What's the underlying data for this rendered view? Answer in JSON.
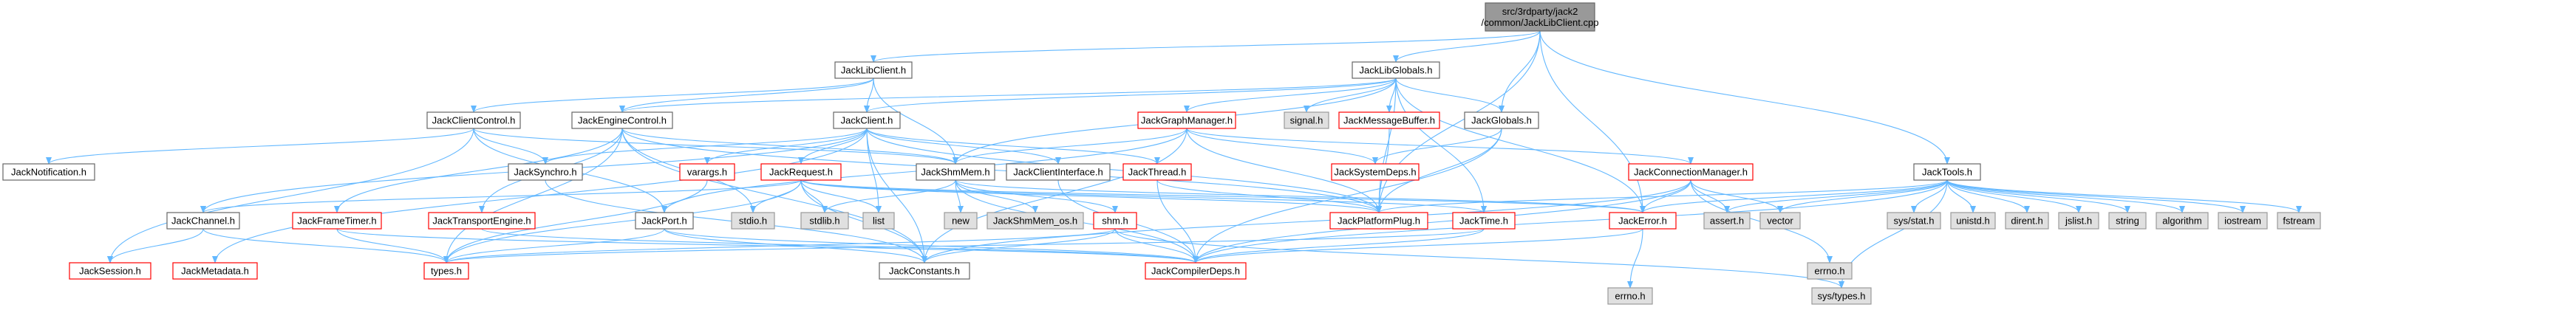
{
  "graph": {
    "root": {
      "id": "root",
      "label_lines": [
        "src/3rdparty/jack2",
        "/common/JackLibClient.cpp"
      ]
    },
    "nodes": [
      {
        "id": "JackLibClient_h",
        "label": "JackLibClient.h",
        "style": "normal"
      },
      {
        "id": "JackLibGlobals_h",
        "label": "JackLibGlobals.h",
        "style": "normal"
      },
      {
        "id": "JackTools_h",
        "label": "JackTools.h",
        "style": "normal"
      },
      {
        "id": "JackClientControl_h",
        "label": "JackClientControl.h",
        "style": "normal"
      },
      {
        "id": "JackEngineControl_h",
        "label": "JackEngineControl.h",
        "style": "normal"
      },
      {
        "id": "JackClient_h",
        "label": "JackClient.h",
        "style": "normal"
      },
      {
        "id": "JackGraphManager_h",
        "label": "JackGraphManager.h",
        "style": "red"
      },
      {
        "id": "signal_h",
        "label": "signal.h",
        "style": "gray"
      },
      {
        "id": "JackMessageBuffer_h",
        "label": "JackMessageBuffer.h",
        "style": "red"
      },
      {
        "id": "JackGlobals_h",
        "label": "JackGlobals.h",
        "style": "normal"
      },
      {
        "id": "JackNotification_h",
        "label": "JackNotification.h",
        "style": "normal"
      },
      {
        "id": "JackSynchro_h",
        "label": "JackSynchro.h",
        "style": "normal"
      },
      {
        "id": "varargs_h",
        "label": "varargs.h",
        "style": "red"
      },
      {
        "id": "JackRequest_h",
        "label": "JackRequest.h",
        "style": "red"
      },
      {
        "id": "JackShmMem_h",
        "label": "JackShmMem.h",
        "style": "normal"
      },
      {
        "id": "JackClientInterface_h",
        "label": "JackClientInterface.h",
        "style": "normal"
      },
      {
        "id": "JackThread_h",
        "label": "JackThread.h",
        "style": "red"
      },
      {
        "id": "JackSystemDeps_h",
        "label": "JackSystemDeps.h",
        "style": "red"
      },
      {
        "id": "JackConnectionManager_h",
        "label": "JackConnectionManager.h",
        "style": "red"
      },
      {
        "id": "JackChannel_h",
        "label": "JackChannel.h",
        "style": "normal"
      },
      {
        "id": "JackFrameTimer_h",
        "label": "JackFrameTimer.h",
        "style": "red"
      },
      {
        "id": "JackTransportEngine_h",
        "label": "JackTransportEngine.h",
        "style": "red"
      },
      {
        "id": "JackPort_h",
        "label": "JackPort.h",
        "style": "normal"
      },
      {
        "id": "stdio_h",
        "label": "stdio.h",
        "style": "gray"
      },
      {
        "id": "stdlib_h",
        "label": "stdlib.h",
        "style": "gray"
      },
      {
        "id": "list",
        "label": "list",
        "style": "gray"
      },
      {
        "id": "new",
        "label": "new",
        "style": "gray"
      },
      {
        "id": "JackShmMem_os_h",
        "label": "JackShmMem_os.h",
        "style": "gray"
      },
      {
        "id": "shm_h",
        "label": "shm.h",
        "style": "red"
      },
      {
        "id": "JackPlatformPlug_h",
        "label": "JackPlatformPlug.h",
        "style": "red"
      },
      {
        "id": "JackTime_h",
        "label": "JackTime.h",
        "style": "red"
      },
      {
        "id": "JackError_h",
        "label": "JackError.h",
        "style": "red"
      },
      {
        "id": "assert_h",
        "label": "assert.h",
        "style": "gray"
      },
      {
        "id": "vector",
        "label": "vector",
        "style": "gray"
      },
      {
        "id": "sys_stat_h",
        "label": "sys/stat.h",
        "style": "gray"
      },
      {
        "id": "unistd_h",
        "label": "unistd.h",
        "style": "gray"
      },
      {
        "id": "dirent_h",
        "label": "dirent.h",
        "style": "gray"
      },
      {
        "id": "jslist_h",
        "label": "jslist.h",
        "style": "gray"
      },
      {
        "id": "string",
        "label": "string",
        "style": "gray"
      },
      {
        "id": "algorithm",
        "label": "algorithm",
        "style": "gray"
      },
      {
        "id": "iostream",
        "label": "iostream",
        "style": "gray"
      },
      {
        "id": "fstream",
        "label": "fstream",
        "style": "gray"
      },
      {
        "id": "JackSession_h",
        "label": "JackSession.h",
        "style": "red"
      },
      {
        "id": "JackMetadata_h",
        "label": "JackMetadata.h",
        "style": "red"
      },
      {
        "id": "types_h",
        "label": "types.h",
        "style": "red"
      },
      {
        "id": "JackConstants_h",
        "label": "JackConstants.h",
        "style": "normal"
      },
      {
        "id": "JackCompilerDeps_h",
        "label": "JackCompilerDeps.h",
        "style": "red"
      },
      {
        "id": "errno_h_1",
        "label": "errno.h",
        "style": "gray"
      },
      {
        "id": "errno_h_2",
        "label": "errno.h",
        "style": "gray"
      },
      {
        "id": "sys_types_h",
        "label": "sys/types.h",
        "style": "gray"
      }
    ],
    "edges": [
      [
        "root",
        "JackLibClient_h"
      ],
      [
        "root",
        "JackLibGlobals_h"
      ],
      [
        "root",
        "JackTools_h"
      ],
      [
        "root",
        "JackGlobals_h"
      ],
      [
        "root",
        "JackPlatformPlug_h"
      ],
      [
        "root",
        "JackError_h"
      ],
      [
        "JackLibClient_h",
        "JackClientControl_h"
      ],
      [
        "JackLibClient_h",
        "JackEngineControl_h"
      ],
      [
        "JackLibClient_h",
        "JackClient_h"
      ],
      [
        "JackLibClient_h",
        "JackShmMem_h"
      ],
      [
        "JackLibGlobals_h",
        "JackShmMem_h"
      ],
      [
        "JackLibGlobals_h",
        "JackEngineControl_h"
      ],
      [
        "JackLibGlobals_h",
        "JackClient_h"
      ],
      [
        "JackLibGlobals_h",
        "JackGraphManager_h"
      ],
      [
        "JackLibGlobals_h",
        "signal_h"
      ],
      [
        "JackLibGlobals_h",
        "JackMessageBuffer_h"
      ],
      [
        "JackLibGlobals_h",
        "JackGlobals_h"
      ],
      [
        "JackLibGlobals_h",
        "JackPlatformPlug_h"
      ],
      [
        "JackLibGlobals_h",
        "JackTime_h"
      ],
      [
        "JackLibGlobals_h",
        "JackError_h"
      ],
      [
        "JackClientControl_h",
        "JackShmMem_h"
      ],
      [
        "JackClientControl_h",
        "JackPort_h"
      ],
      [
        "JackClientControl_h",
        "JackSynchro_h"
      ],
      [
        "JackClientControl_h",
        "JackNotification_h"
      ],
      [
        "JackClientControl_h",
        "JackSession_h"
      ],
      [
        "JackEngineControl_h",
        "JackShmMem_h"
      ],
      [
        "JackEngineControl_h",
        "JackFrameTimer_h"
      ],
      [
        "JackEngineControl_h",
        "JackTransportEngine_h"
      ],
      [
        "JackEngineControl_h",
        "JackConstants_h"
      ],
      [
        "JackEngineControl_h",
        "JackPlatformPlug_h"
      ],
      [
        "JackEngineControl_h",
        "types_h"
      ],
      [
        "JackEngineControl_h",
        "stdio_h"
      ],
      [
        "JackClient_h",
        "JackClientInterface_h"
      ],
      [
        "JackClient_h",
        "JackThread_h"
      ],
      [
        "JackClient_h",
        "JackConstants_h"
      ],
      [
        "JackClient_h",
        "JackSynchro_h"
      ],
      [
        "JackClient_h",
        "JackPlatformPlug_h"
      ],
      [
        "JackClient_h",
        "JackChannel_h"
      ],
      [
        "JackClient_h",
        "JackRequest_h"
      ],
      [
        "JackClient_h",
        "varargs_h"
      ],
      [
        "JackClient_h",
        "list"
      ],
      [
        "JackClient_h",
        "JackMetadata_h"
      ],
      [
        "JackGraphManager_h",
        "JackShmMem_h"
      ],
      [
        "JackGraphManager_h",
        "JackPort_h"
      ],
      [
        "JackGraphManager_h",
        "JackConstants_h"
      ],
      [
        "JackGraphManager_h",
        "JackConnectionManager_h"
      ],
      [
        "JackGraphManager_h",
        "JackPlatformPlug_h"
      ],
      [
        "JackGraphManager_h",
        "JackSystemDeps_h"
      ],
      [
        "JackMessageBuffer_h",
        "JackPlatformPlug_h"
      ],
      [
        "JackGlobals_h",
        "JackPlatformPlug_h"
      ],
      [
        "JackGlobals_h",
        "JackSystemDeps_h"
      ],
      [
        "JackGlobals_h",
        "JackCompilerDeps_h"
      ],
      [
        "JackSynchro_h",
        "JackConstants_h"
      ],
      [
        "varargs_h",
        "types_h"
      ],
      [
        "JackRequest_h",
        "JackConstants_h"
      ],
      [
        "JackRequest_h",
        "JackError_h"
      ],
      [
        "JackRequest_h",
        "JackPlatformPlug_h"
      ],
      [
        "JackRequest_h",
        "JackTime_h"
      ],
      [
        "JackRequest_h",
        "types_h"
      ],
      [
        "JackRequest_h",
        "stdio_h"
      ],
      [
        "JackRequest_h",
        "stdlib_h"
      ],
      [
        "JackRequest_h",
        "list"
      ],
      [
        "JackRequest_h",
        "JackChannel_h"
      ],
      [
        "JackShmMem_h",
        "shm_h"
      ],
      [
        "JackShmMem_h",
        "new"
      ],
      [
        "JackShmMem_h",
        "JackError_h"
      ],
      [
        "JackShmMem_h",
        "JackCompilerDeps_h"
      ],
      [
        "JackShmMem_h",
        "JackShmMem_os_h"
      ],
      [
        "JackShmMem_h",
        "stdlib_h"
      ],
      [
        "JackClientInterface_h",
        "JackCompilerDeps_h"
      ],
      [
        "JackThread_h",
        "JackCompilerDeps_h"
      ],
      [
        "JackThread_h",
        "JackPlatformPlug_h"
      ],
      [
        "JackConnectionManager_h",
        "JackConstants_h"
      ],
      [
        "JackConnectionManager_h",
        "JackError_h"
      ],
      [
        "JackConnectionManager_h",
        "JackCompilerDeps_h"
      ],
      [
        "JackConnectionManager_h",
        "assert_h"
      ],
      [
        "JackConnectionManager_h",
        "vector"
      ],
      [
        "JackConnectionManager_h",
        "errno_h_2"
      ],
      [
        "JackChannel_h",
        "JackSession_h"
      ],
      [
        "JackChannel_h",
        "types_h"
      ],
      [
        "JackFrameTimer_h",
        "types_h"
      ],
      [
        "JackFrameTimer_h",
        "JackCompilerDeps_h"
      ],
      [
        "JackTransportEngine_h",
        "JackCompilerDeps_h"
      ],
      [
        "JackPort_h",
        "types_h"
      ],
      [
        "JackPort_h",
        "JackConstants_h"
      ],
      [
        "JackPort_h",
        "JackCompilerDeps_h"
      ],
      [
        "shm_h",
        "types_h"
      ],
      [
        "shm_h",
        "JackCompilerDeps_h"
      ],
      [
        "shm_h",
        "JackConstants_h"
      ],
      [
        "shm_h",
        "sys_types_h"
      ],
      [
        "JackError_h",
        "errno_h_1"
      ],
      [
        "JackError_h",
        "JackCompilerDeps_h"
      ],
      [
        "JackTime_h",
        "JackCompilerDeps_h"
      ],
      [
        "JackTime_h",
        "types_h"
      ],
      [
        "JackTools_h",
        "JackCompilerDeps_h"
      ],
      [
        "JackTools_h",
        "JackError_h"
      ],
      [
        "JackTools_h",
        "assert_h"
      ],
      [
        "JackTools_h",
        "vector"
      ],
      [
        "JackTools_h",
        "sys_stat_h"
      ],
      [
        "JackTools_h",
        "unistd_h"
      ],
      [
        "JackTools_h",
        "dirent_h"
      ],
      [
        "JackTools_h",
        "jslist_h"
      ],
      [
        "JackTools_h",
        "string"
      ],
      [
        "JackTools_h",
        "algorithm"
      ],
      [
        "JackTools_h",
        "iostream"
      ],
      [
        "JackTools_h",
        "fstream"
      ],
      [
        "JackTools_h",
        "sys_types_h"
      ],
      [
        "JackTools_h",
        "JackPlatformPlug_h"
      ]
    ],
    "colors": {
      "root_fill": "#999999",
      "root_border": "#666666",
      "normal_border": "#666666",
      "red_border": "#ff0000",
      "gray_fill": "#e0e0e0",
      "gray_border": "#999999",
      "edge": "#63b8ff",
      "text": "#000000"
    }
  }
}
